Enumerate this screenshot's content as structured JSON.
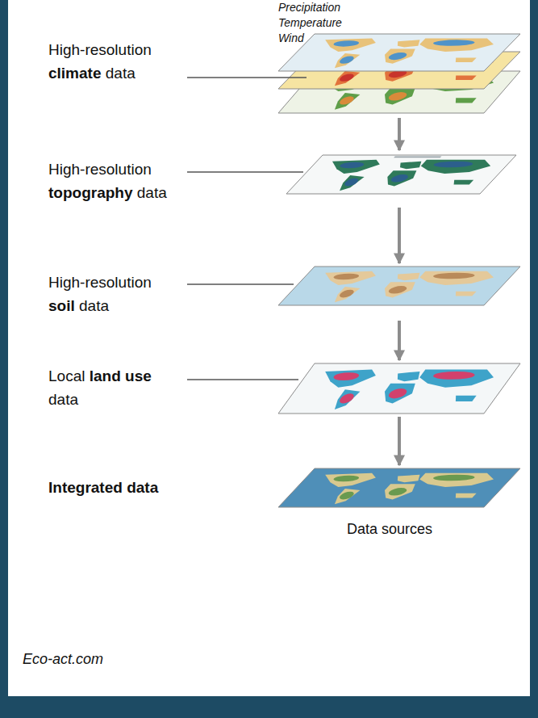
{
  "diagram": {
    "nodes": [
      {
        "text": [
          "High-resolution climate data",
          "Precipitation Temperature Wind"
        ]
      },
      {
        "text": [
          "High-resolution topography data"
        ]
      },
      {
        "text": [
          "High-resolution soil data"
        ]
      },
      {
        "text": [
          "Local land use data"
        ]
      },
      {
        "text": [
          "Integrated data"
        ]
      }
    ],
    "edges": [
      {
        "from": 0,
        "to": 1,
        "arrow": "to"
      },
      {
        "from": 1,
        "to": 2,
        "arrow": "to"
      },
      {
        "from": 2,
        "to": 3,
        "arrow": "to"
      },
      {
        "from": 3,
        "to": 4,
        "arrow": "to"
      }
    ],
    "labels": [
      "Data sources",
      "Eco-act.com"
    ]
  }
}
